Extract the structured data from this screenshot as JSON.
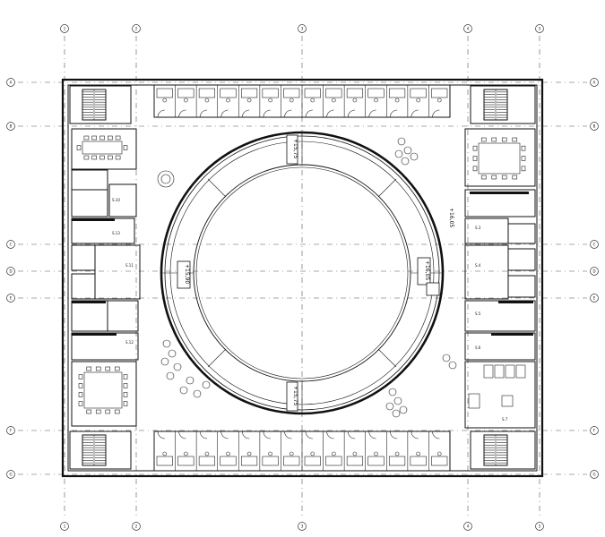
{
  "grid": {
    "columns": [
      "1",
      "2",
      "3",
      "4",
      "5"
    ],
    "rows": [
      "A",
      "B",
      "C",
      "D",
      "E",
      "F",
      "G"
    ]
  },
  "levels": {
    "top": "+15,75",
    "bottom": "+15,75",
    "left": "+15,90",
    "right_inner": "+16,05",
    "right_east": "+16,05"
  },
  "room_numbers": {
    "west_core": [
      "S.10",
      "S.11",
      "S.12",
      "S.13"
    ],
    "east_core": [
      "S.3",
      "S.4",
      "S.5",
      "S.6",
      "S.7"
    ]
  },
  "colors": {
    "line": "#111111",
    "grid": "#555555",
    "background": "#ffffff"
  }
}
